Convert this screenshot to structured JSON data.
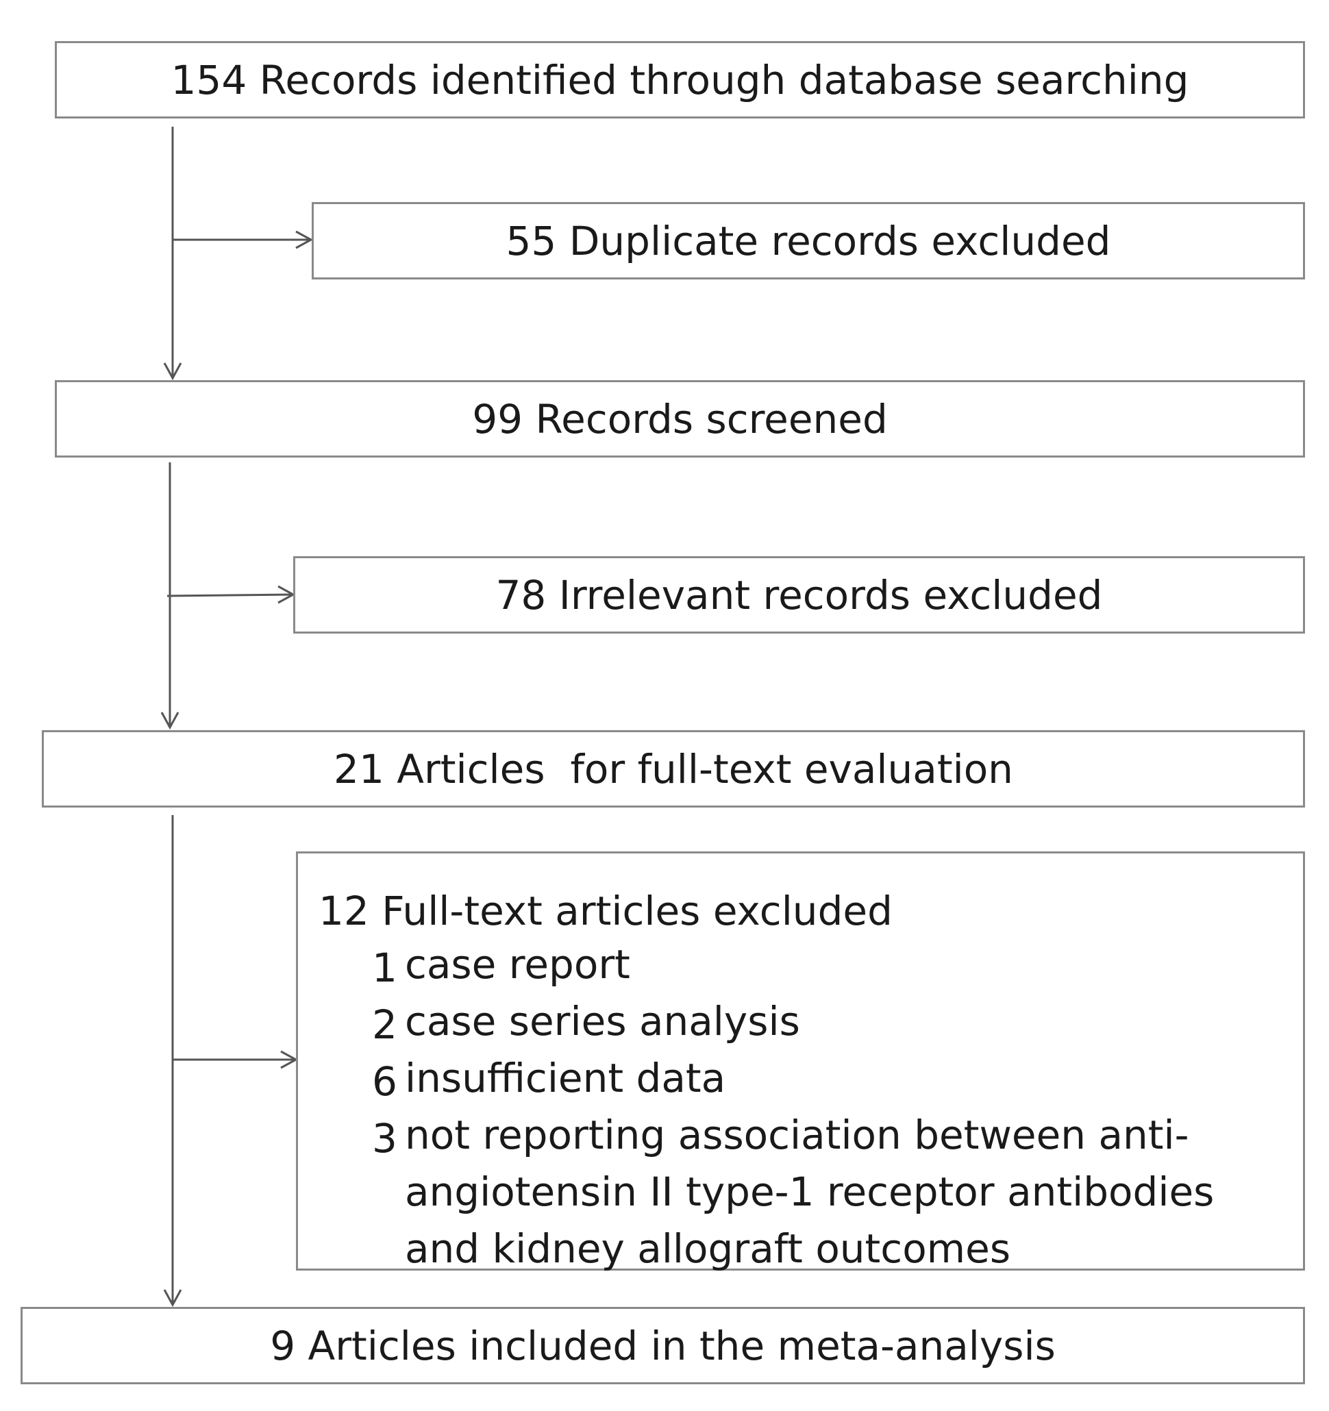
{
  "boxes": {
    "identified": "154 Records identified through database searching",
    "duplicates": "55 Duplicate records excluded",
    "screened": "99 Records screened",
    "irrelevant": "78 Irrelevant records excluded",
    "fulltext": "21 Articles  for full-text evaluation",
    "excluded": {
      "title": "12 Full-text articles excluded",
      "reasons": [
        {
          "count": "1",
          "text": "case report"
        },
        {
          "count": "2",
          "text": "case series analysis"
        },
        {
          "count": "6",
          "text": "insufficient data"
        },
        {
          "count": "3",
          "text": "not reporting association between anti-angiotensin II type-1 receptor antibodies and kidney allograft outcomes"
        }
      ]
    },
    "included": "9 Articles included in the meta-analysis"
  },
  "colors": {
    "border": "#8a8a8a",
    "line": "#555555",
    "text": "#1a1a1a"
  }
}
